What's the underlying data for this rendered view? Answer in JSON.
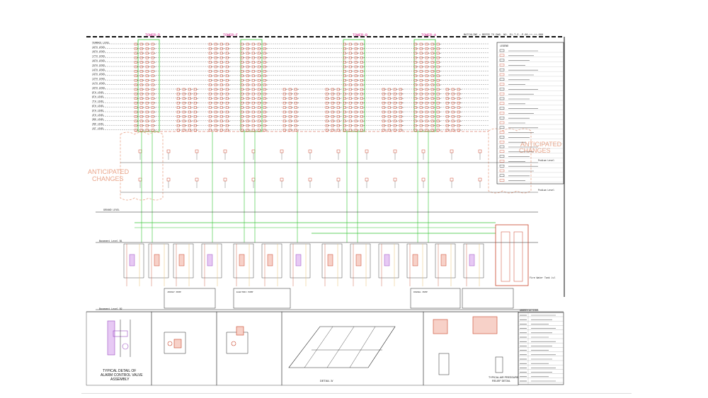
{
  "header": {
    "towers": [
      "TOWER-D",
      "TOWER-F",
      "TOWER-B",
      "TOWER-A"
    ],
    "matchline_note": "MATCHLINE = REFER TO DWG. NO. E1-T.E.-P-00-++-++-000"
  },
  "levels": [
    "TERRACE LEVEL",
    "19TH LEVEL",
    "18TH LEVEL",
    "17TH LEVEL",
    "16TH LEVEL",
    "15TH LEVEL",
    "14TH LEVEL",
    "13TH LEVEL",
    "12TH LEVEL",
    "11TH LEVEL",
    "10TH LEVEL",
    "9TH LEVEL",
    "8TH LEVEL",
    "7TH LEVEL",
    "6TH LEVEL",
    "5TH LEVEL",
    "4TH LEVEL",
    "3RD LEVEL",
    "2ND LEVEL",
    "1ST LEVEL"
  ],
  "lower_levels": {
    "podium_1": "Podium Level",
    "podium_2": "Podium Level",
    "ground": "GROUND LEVEL",
    "basement_1": "Basement Level B1",
    "basement_2": "Basement Level B2",
    "fire_tank": "Fire Water Tank Lvl"
  },
  "clouds": {
    "left": [
      "ANTICIPATED",
      "CHANGES"
    ],
    "right": [
      "ANTICIPATED",
      "CHANGES"
    ]
  },
  "detail_titles": {
    "alarm_valve": [
      "TYPICAL DETAIL OF",
      "ALARM CONTROL VALVE",
      "ASSEMBLY"
    ],
    "detail_a": "DETAIL 'A'",
    "header_valve": [
      "TYPICAL AIR PRESSURE",
      "RELIEF DETAIL"
    ]
  },
  "legend": {
    "title": "LEGEND",
    "notes_title": "ABBREVIATIONS"
  },
  "pump_notes": [
    "JOCKEY PUMP",
    "ELECTRIC PUMP",
    "DIESEL PUMP"
  ],
  "colors": {
    "riser_green": "#35c535",
    "fire_red": "#c9452a",
    "cloud_orange": "#e9a58a",
    "tower_magenta": "#d0208a",
    "line_dark": "#222222"
  }
}
